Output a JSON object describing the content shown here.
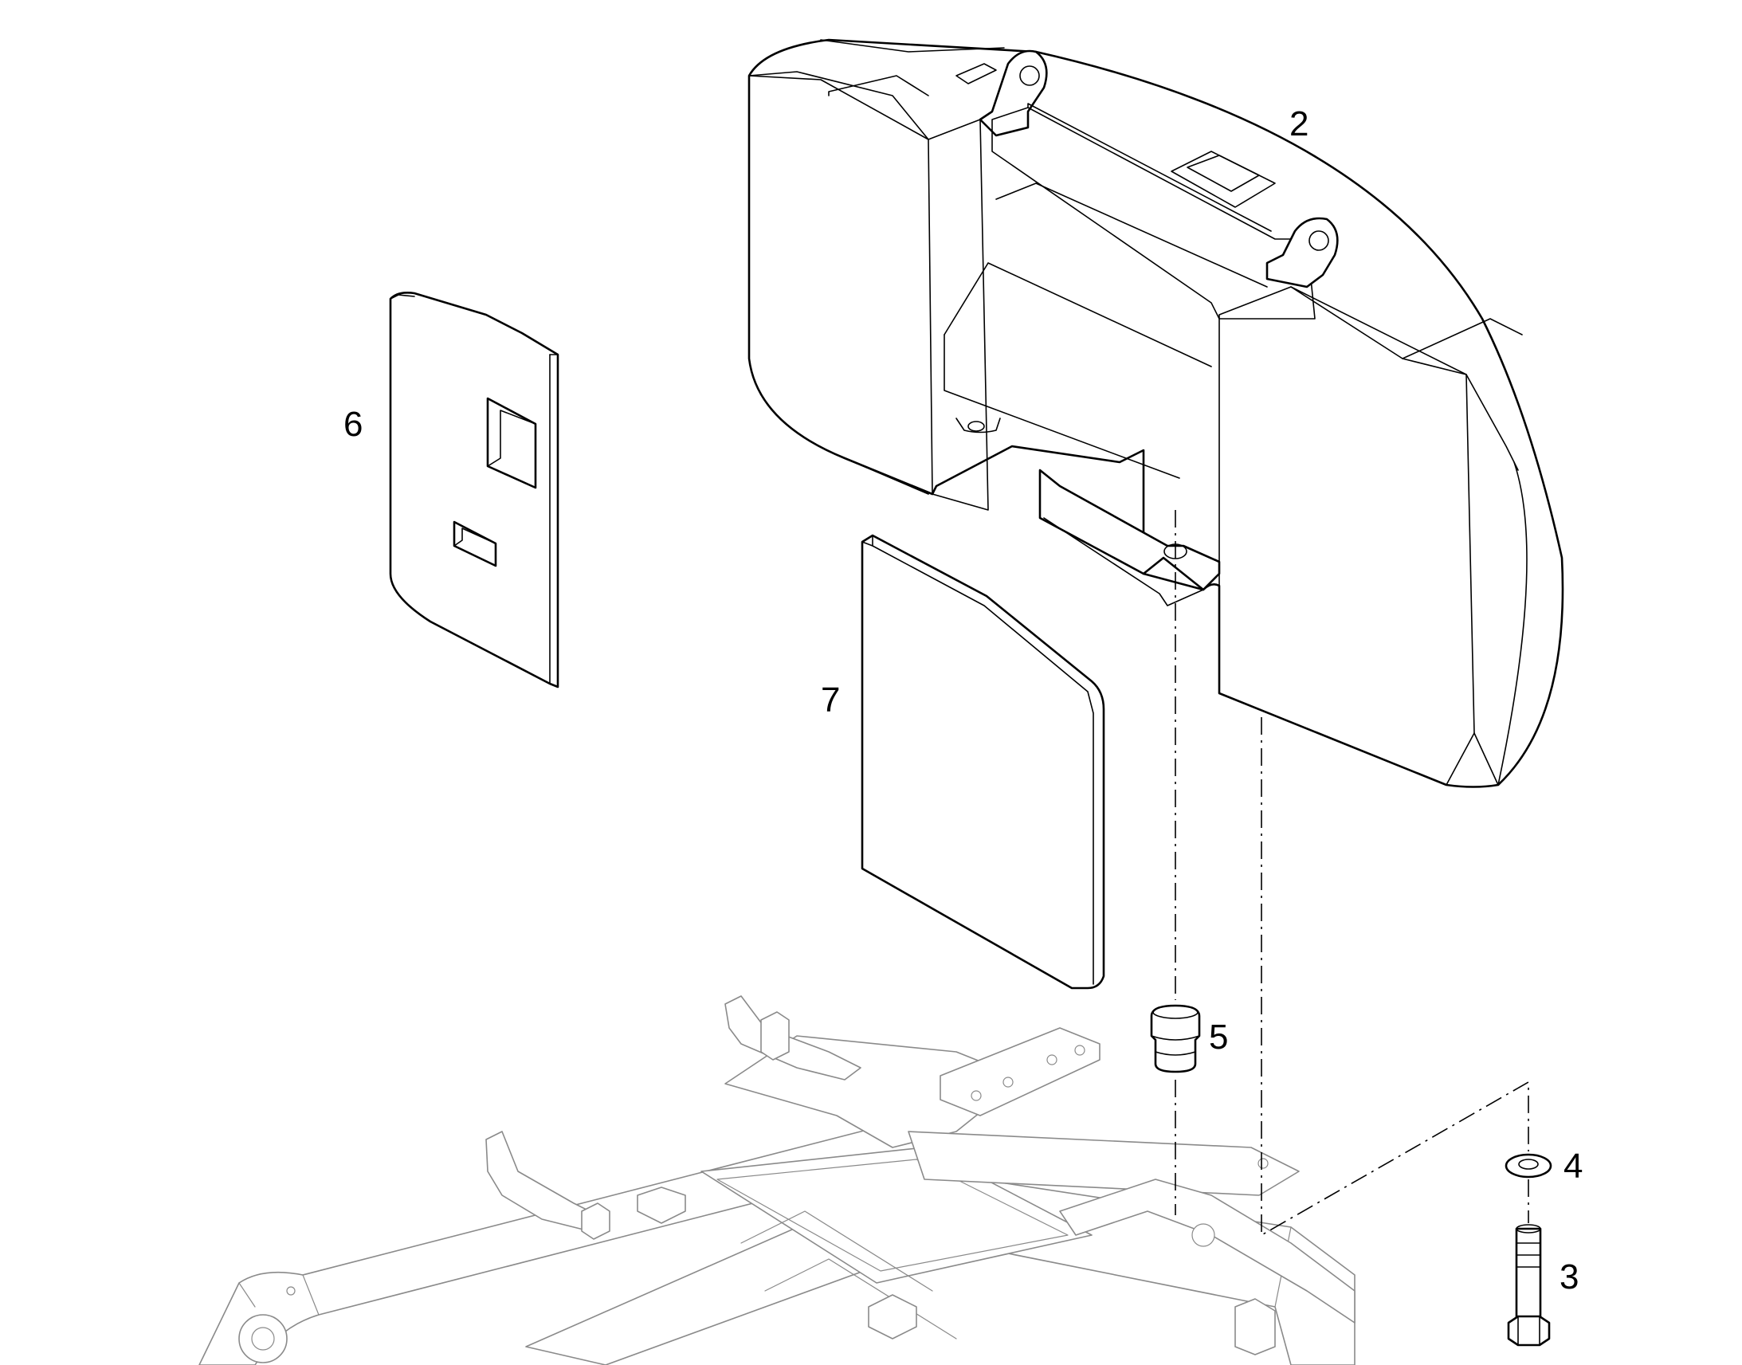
{
  "diagram": {
    "callouts": [
      {
        "id": "2",
        "label": "2"
      },
      {
        "id": "3",
        "label": "3"
      },
      {
        "id": "4",
        "label": "4"
      },
      {
        "id": "5",
        "label": "5"
      },
      {
        "id": "6",
        "label": "6"
      },
      {
        "id": "7",
        "label": "7"
      }
    ],
    "colors": {
      "line": "#000000",
      "frame_line": "#8a8a8a",
      "background": "#ffffff"
    }
  }
}
